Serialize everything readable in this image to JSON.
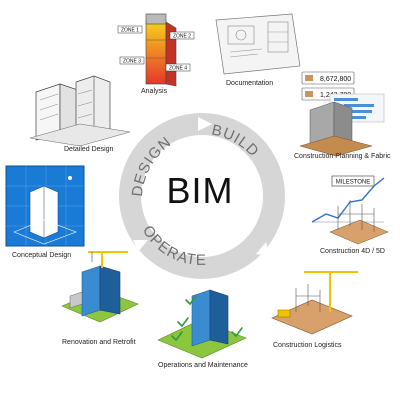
{
  "center": {
    "title": "BIM",
    "ring": [
      "DESIGN",
      "BUILD",
      "OPERATE"
    ]
  },
  "stages": [
    {
      "label": "Analysis"
    },
    {
      "label": "Documentation"
    },
    {
      "label": "Construction Planning & Fabric"
    },
    {
      "label": "Construction 4D / 5D"
    },
    {
      "label": "Construction Logistics"
    },
    {
      "label": "Operations and Maintenance"
    },
    {
      "label": "Renovation and Retrofit"
    },
    {
      "label": "Conceptual Design"
    },
    {
      "label": "Detailed Design"
    }
  ],
  "analysis": {
    "zones": [
      "ZONE 1",
      "ZONE 2",
      "ZONE 3",
      "ZONE 4"
    ]
  },
  "planning": {
    "values": [
      "8,672,800",
      "1,243,780"
    ]
  },
  "construction_4d": {
    "tag": "MILESTONE"
  },
  "colors": {
    "ring": "#cfcfcf",
    "ring_text": "#6f6f6f",
    "building_blue": "#3a8bd0",
    "building_dark": "#1e5f99",
    "crane": "#f2c300",
    "grass": "#8cc63f",
    "concept_bg": "#1a7bd6",
    "heat_red": "#e2382c",
    "heat_yellow": "#f5d020",
    "chart_line": "#2f6fd6"
  }
}
